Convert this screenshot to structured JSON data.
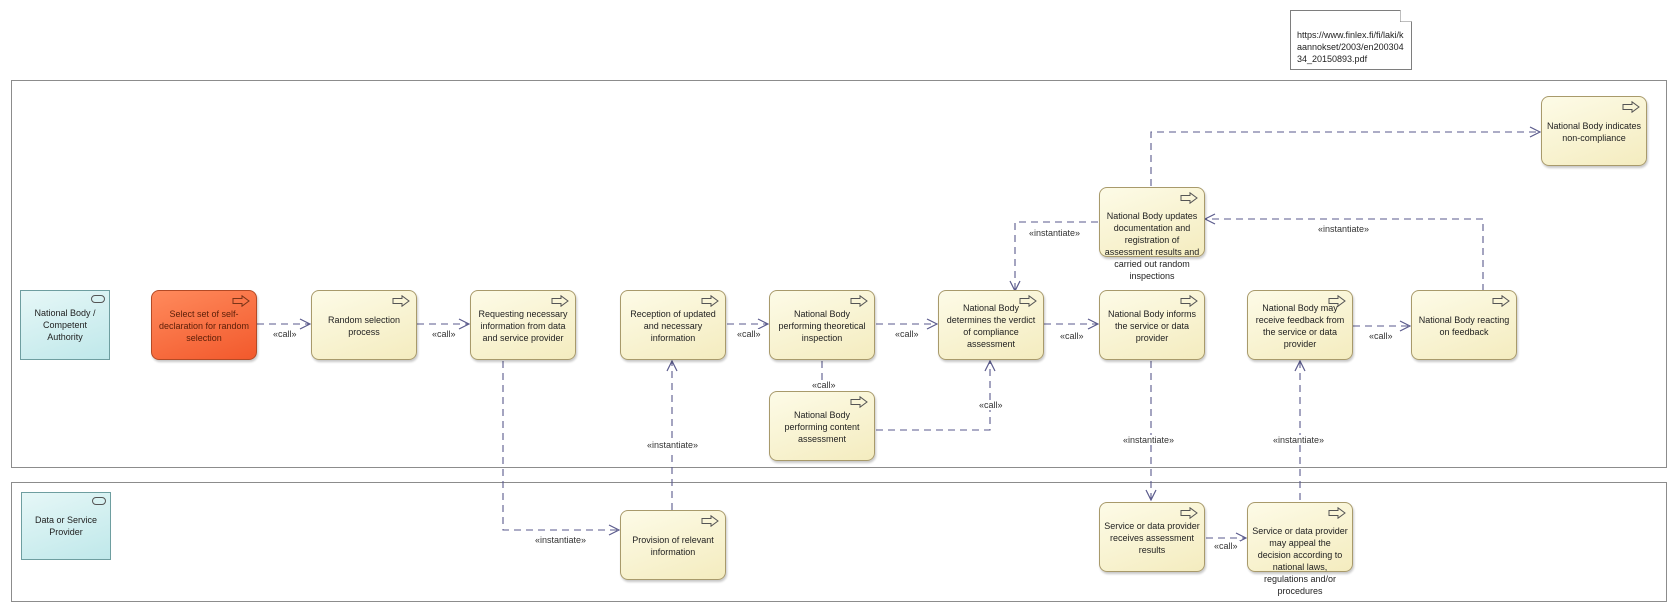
{
  "note": {
    "text": "https://www.finlex.fi/fi/laki/kaannokset/2003/en20030434_20150893.pdf"
  },
  "lanes": {
    "national_body": {
      "actor": "National Body / Competent Authority"
    },
    "provider": {
      "actor": "Data or Service Provider"
    }
  },
  "processes": {
    "select_set": "Select set of self-declaration for random selection",
    "random_selection": "Random selection process",
    "requesting_info": "Requesting necessary information from data and service provider",
    "reception_info": "Reception of updated and necessary information",
    "theoretical_inspection": "National Body performing theoretical inspection",
    "content_assessment": "National Body performing content assessment",
    "determines_verdict": "National Body determines the verdict of compliance assessment",
    "informs_provider": "National Body informs the service or data provider",
    "updates_documentation": "National Body updates documentation and registration of assessment results and carried out random inspections",
    "indicates_noncompliance": "National Body indicates non-compliance",
    "may_receive_feedback": "National Body may receive feedback from the service or data provider",
    "reacting_feedback": "National Body reacting on feedback",
    "provision_info": "Provision of relevant information",
    "receives_results": "Service or data provider receives assessment results",
    "may_appeal": "Service or data provider may appeal the decision according to national laws, regulations and/or procedures"
  },
  "labels": {
    "call": "«call»",
    "instantiate": "«instantiate»"
  },
  "colors": {
    "process_fill": "#f4ecbf",
    "highlight_fill": "#f2592c",
    "actor_fill": "#bfe8ea",
    "connector": "#5a5a8c"
  }
}
